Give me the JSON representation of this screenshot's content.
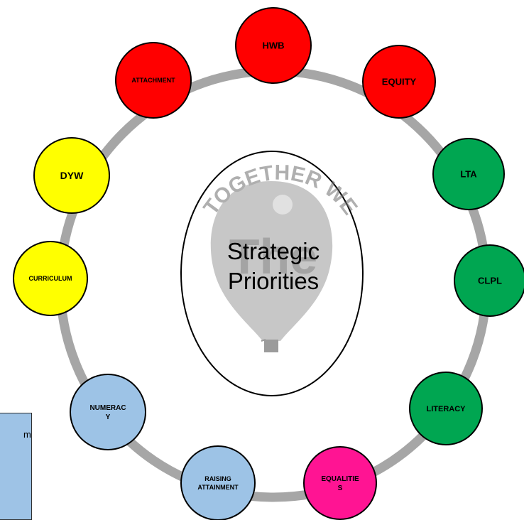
{
  "center": {
    "line1": "Strategic",
    "line2": "Priorities",
    "logo_text": "TOGETHER WE",
    "logo_letters": "The"
  },
  "nodes": [
    {
      "id": "hwb",
      "lines": [
        "HWB"
      ],
      "color": "#ff0000"
    },
    {
      "id": "equity",
      "lines": [
        "EQUITY"
      ],
      "color": "#ff0000"
    },
    {
      "id": "lta",
      "lines": [
        "LTA"
      ],
      "color": "#00a651"
    },
    {
      "id": "clpl",
      "lines": [
        "CLPL"
      ],
      "color": "#00a651"
    },
    {
      "id": "literacy",
      "lines": [
        "LITERACY"
      ],
      "color": "#00a651"
    },
    {
      "id": "equalities",
      "lines": [
        "EQUALITIE",
        "S"
      ],
      "color": "#ff1493"
    },
    {
      "id": "raising-attainment",
      "lines": [
        "RAISING",
        "ATTAINMENT"
      ],
      "color": "#9dc3e6"
    },
    {
      "id": "numeracy",
      "lines": [
        "NUMERAC",
        "Y"
      ],
      "color": "#9dc3e6"
    },
    {
      "id": "curriculum",
      "lines": [
        "CURRICULUM"
      ],
      "color": "#ffff00"
    },
    {
      "id": "dyw",
      "lines": [
        "DYW"
      ],
      "color": "#ffff00"
    },
    {
      "id": "attachment",
      "lines": [
        "ATTACHMENT"
      ],
      "color": "#ff0000"
    }
  ],
  "legend": {
    "text": "m",
    "color": "#9ec3e6"
  },
  "ring_color": "#a6a6a6"
}
